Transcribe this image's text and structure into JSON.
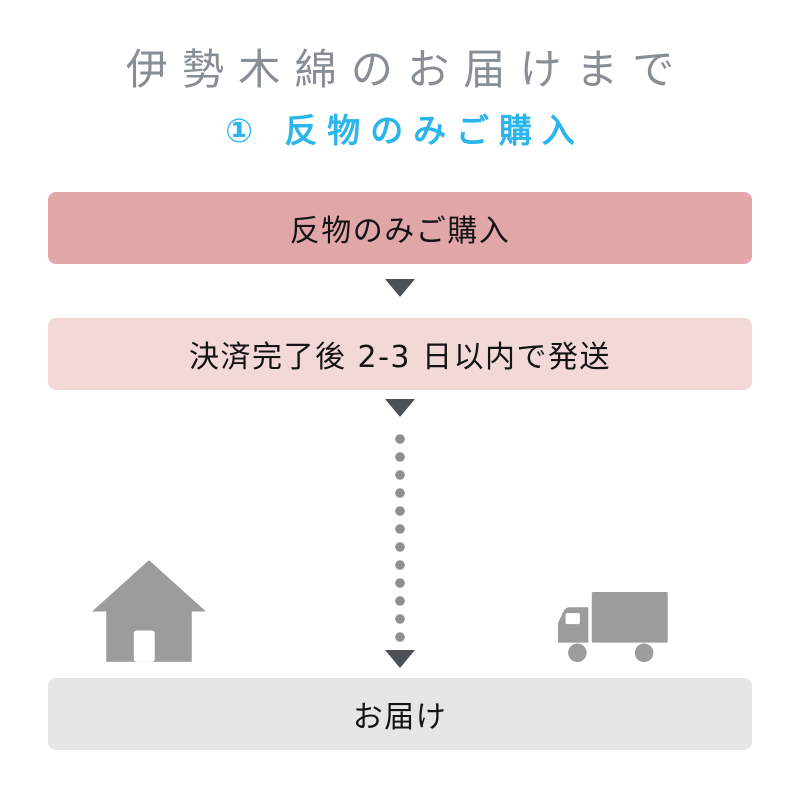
{
  "header": {
    "title": "伊勢木綿のお届けまで",
    "subtitle": "① 反物のみご購入"
  },
  "flow": {
    "step1": "反物のみご購入",
    "step2": "決済完了後 2-3 日以内で発送",
    "step3": "お届け"
  },
  "icons": {
    "arrow": "arrow-down-icon",
    "connector": "dotted-line",
    "house": "house-icon",
    "truck": "truck-icon"
  },
  "colors": {
    "title_text": "#878e96",
    "subtitle_text": "#2bb5ea",
    "step1_bg": "#e0a6a8",
    "step2_bg": "#f3d8d8",
    "step3_bg": "#e6e6e6",
    "bar_text": "#141414",
    "arrow": "#4b5157",
    "dots": "#8f8f8f",
    "pictogram": "#9c9c9c"
  }
}
